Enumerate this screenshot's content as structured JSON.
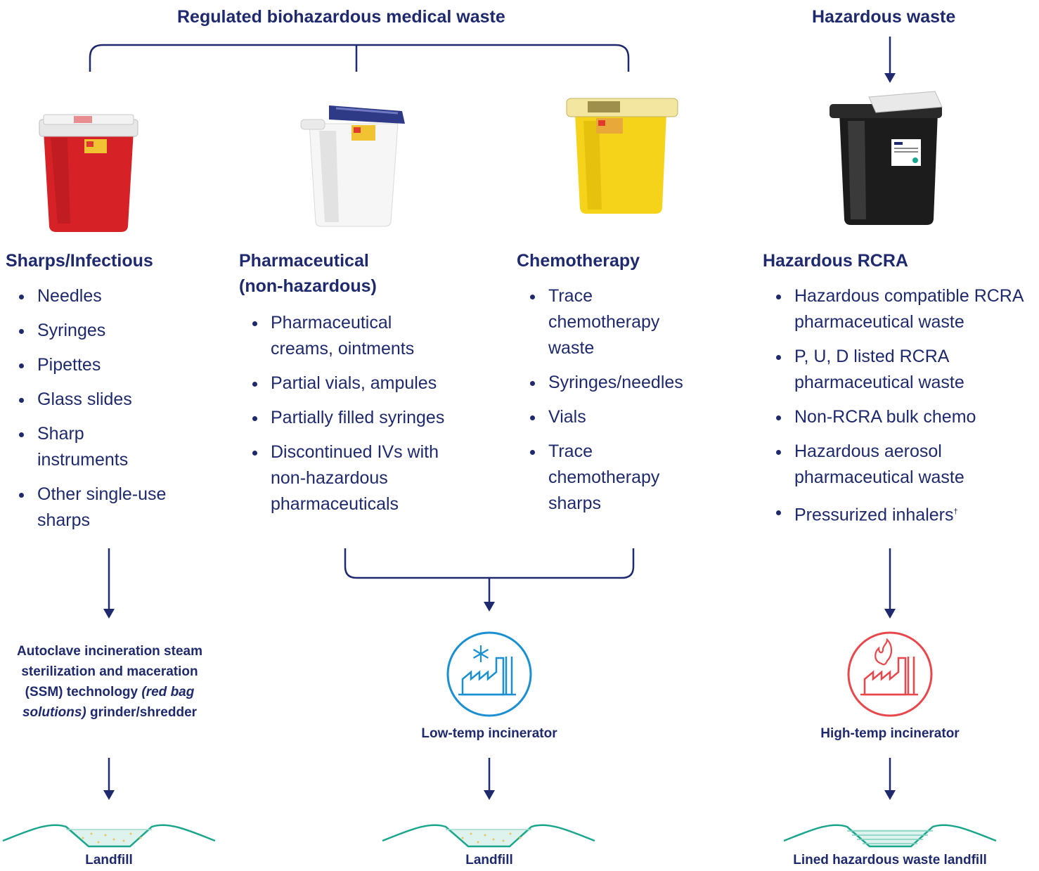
{
  "headers": {
    "regulated": "Regulated biohazardous medical waste",
    "hazardous": "Hazardous waste"
  },
  "columns": [
    {
      "title": "Sharps/Infectious",
      "container_color": "#d62227",
      "items": [
        "Needles",
        "Syringes",
        "Pipettes",
        "Glass slides",
        "Sharp instruments",
        "Other single-use sharps"
      ]
    },
    {
      "title": "Pharmaceutical (non-hazardous)",
      "container_color": "#f4f4f4",
      "items": [
        "Pharmaceutical creams, ointments",
        "Partial vials, ampules",
        "Partially filled syringes",
        "Discontinued IVs with non-hazardous pharmaceuticals"
      ]
    },
    {
      "title": "Chemotherapy",
      "container_color": "#f7d917",
      "items": [
        "Trace chemotherapy waste",
        "Syringes/needles",
        "Vials",
        "Trace chemotherapy sharps"
      ]
    },
    {
      "title": "Hazardous RCRA",
      "container_color": "#1b1b1b",
      "items": [
        "Hazardous compatible RCRA pharmaceutical waste",
        "P, U, D listed RCRA pharmaceutical waste",
        "Non-RCRA bulk chemo",
        "Hazardous aerosol pharmaceutical waste",
        "Pressurized inhalers",
        "†"
      ]
    }
  ],
  "processes": {
    "sharps": {
      "text_before": "Autoclave incineration steam sterilization and maceration (SSM) technology ",
      "text_italic": "(red bag solutions)",
      "text_after": " grinder/shredder"
    },
    "low_temp": {
      "label": "Low-temp incinerator",
      "icon": "low-temp-incinerator-icon",
      "color": "#1a8fd1"
    },
    "high_temp": {
      "label": "High-temp incinerator",
      "icon": "high-temp-incinerator-icon",
      "color": "#e8474c"
    }
  },
  "destinations": [
    "Landfill",
    "Landfill",
    "Lined hazardous waste landfill"
  ],
  "colors": {
    "navy": "#1f2a6e",
    "landfill_line": "#1aa68c",
    "landfill_fill": "#cfeee7"
  }
}
